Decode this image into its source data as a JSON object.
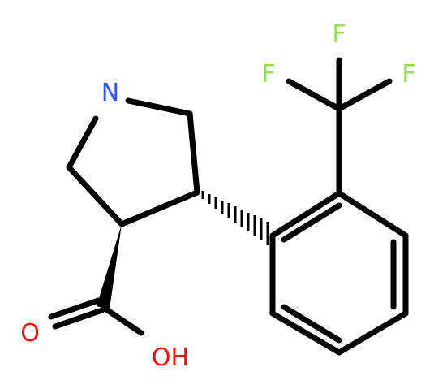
{
  "molecule": {
    "atoms": {
      "N": {
        "label": "N",
        "color": "#3050f8"
      },
      "O_carbonyl": {
        "label": "O",
        "color": "#ff0d0d"
      },
      "OH": {
        "label": "OH",
        "color": "#ff0d0d"
      },
      "F_top": {
        "label": "F",
        "color": "#90e050"
      },
      "F_left": {
        "label": "F",
        "color": "#90e050"
      },
      "F_right": {
        "label": "F",
        "color": "#90e050"
      }
    },
    "bond_color": "#000000"
  }
}
